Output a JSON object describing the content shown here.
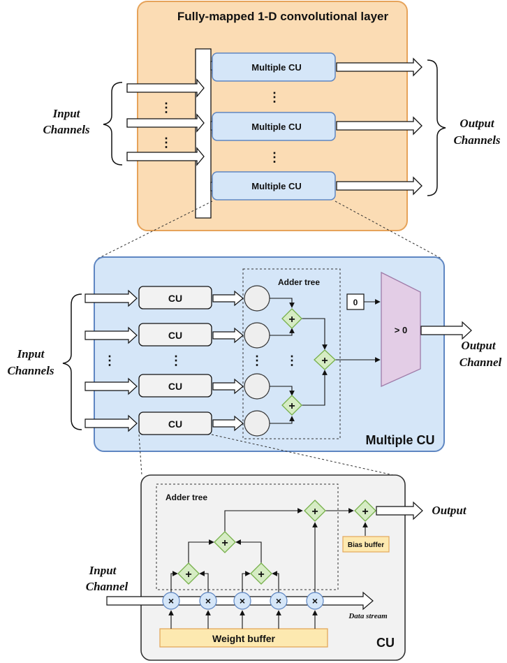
{
  "top": {
    "title": "Fully-mapped 1-D convolutional layer",
    "block_label": "Multiple CU",
    "dots": "⋮",
    "input_label_line1": "Input",
    "input_label_line2": "Channels",
    "output_label_line1": "Output",
    "output_label_line2": "Channels"
  },
  "middle": {
    "title": "Multiple CU",
    "cu_label": "CU",
    "adder_tree_label": "Adder tree",
    "zero_label": "0",
    "mux_label": "> 0",
    "plus": "+",
    "dots": "⋮",
    "input_label_line1": "Input",
    "input_label_line2": "Channels",
    "output_label_line1": "Output",
    "output_label_line2": "Channel"
  },
  "bottom": {
    "title": "CU",
    "adder_tree_label": "Adder tree",
    "bias_buffer_label": "Bias buffer",
    "weight_buffer_label": "Weight buffer",
    "data_stream_label": "Data stream",
    "times": "×",
    "plus": "+",
    "input_label_line1": "Input",
    "input_label_line2": "Channel",
    "output_label": "Output"
  },
  "colors": {
    "orange_fill": "#fbdcb4",
    "orange_stroke": "#e6a35a",
    "blue_fill": "#d5e6f8",
    "blue_stroke": "#5e86c2",
    "gray_fill": "#f2f2f2",
    "green_fill": "#d6ecc4",
    "green_stroke": "#76b04a",
    "purple_fill": "#e3cde6",
    "yellow_fill": "#fde9b0"
  }
}
